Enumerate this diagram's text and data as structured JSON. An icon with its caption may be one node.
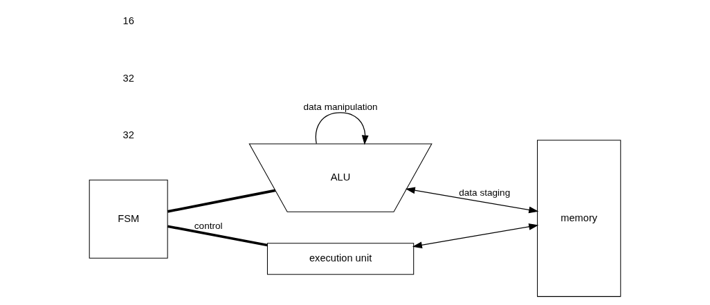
{
  "diagram": {
    "nodes": [
      {
        "text": [
          "FSM"
        ]
      },
      {
        "text": [
          "ALU"
        ]
      },
      {
        "text": [
          "memory"
        ]
      },
      {
        "text": [
          "execution unit"
        ]
      }
    ],
    "edges": [
      {
        "from": 0,
        "to": 1,
        "arrow": "none",
        "style": "thick"
      },
      {
        "from": 1,
        "to": 1,
        "arrow": "to",
        "label": "data manipulation"
      },
      {
        "from": 1,
        "to": 2,
        "arrow": "both",
        "label": "data staging"
      },
      {
        "from": 0,
        "to": 3,
        "arrow": "none",
        "style": "thick",
        "label": "control"
      },
      {
        "from": 3,
        "to": 2,
        "arrow": "both"
      }
    ],
    "labels": [
      "32",
      "32",
      "16"
    ]
  }
}
